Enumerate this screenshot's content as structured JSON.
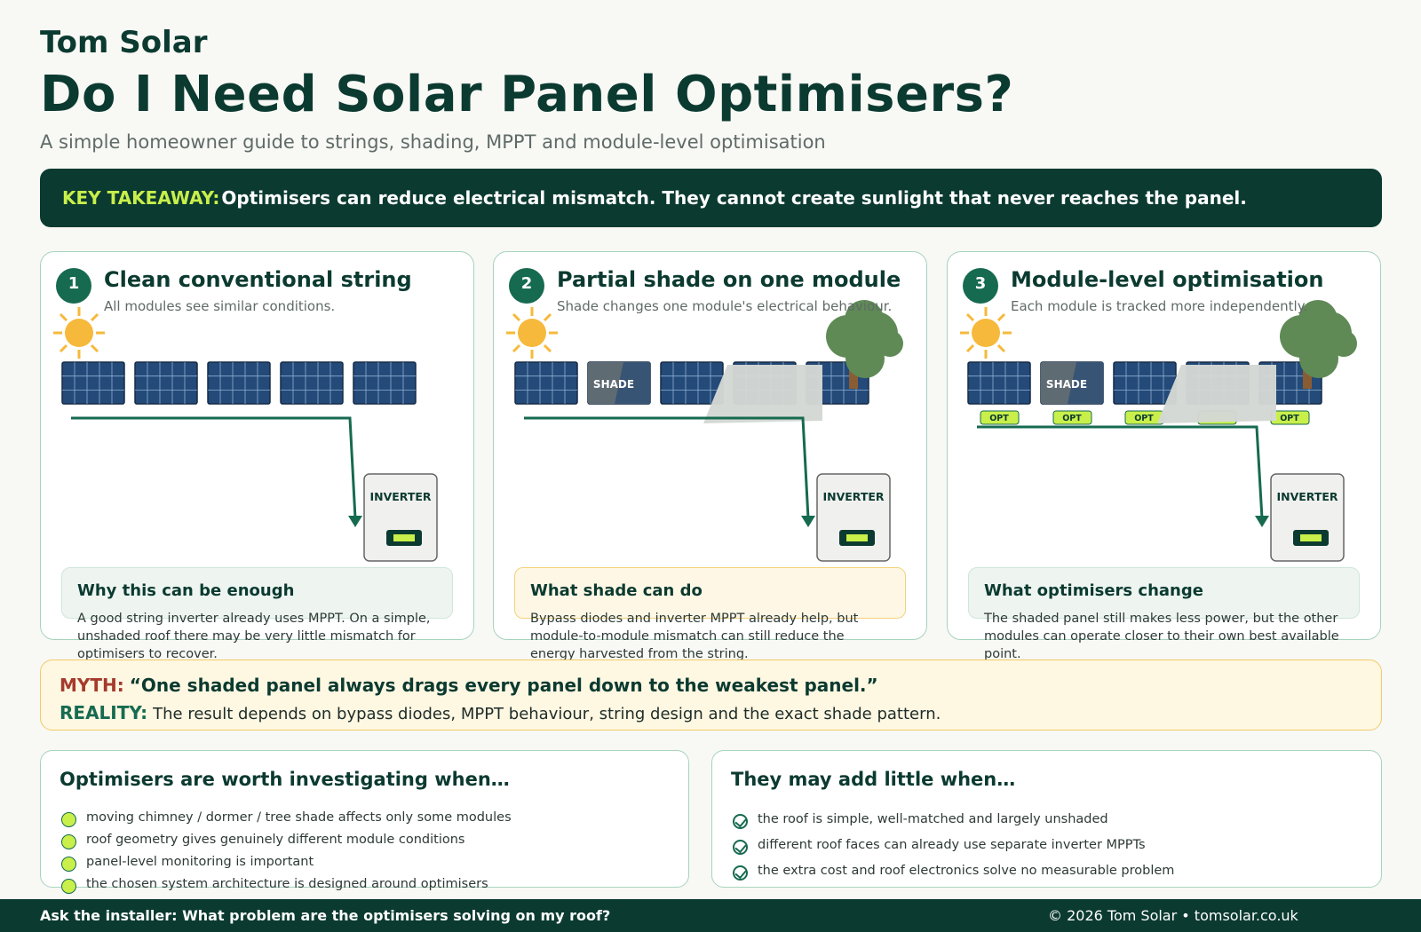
{
  "header": {
    "brand": "Tom Solar",
    "title": "Do I Need Solar Panel Optimisers?",
    "subtitle": "A simple homeowner guide to strings, shading, MPPT and module-level optimisation"
  },
  "takeaway": {
    "label": "KEY TAKEAWAY:",
    "text": "Optimisers can reduce electrical mismatch. They cannot create sunlight that never reaches the panel."
  },
  "cards": [
    {
      "number": "1",
      "title": "Clean conventional string",
      "subtitle": "All modules see similar conditions.",
      "inverter_label": "INVERTER",
      "note_title": "Why this can be enough",
      "note_body": "A good string inverter already uses MPPT. On a simple, unshaded roof there may be very little mismatch for optimisers to recover."
    },
    {
      "number": "2",
      "title": "Partial shade on one module",
      "subtitle": "Shade changes one module's electrical behaviour.",
      "shade_label": "SHADE",
      "inverter_label": "INVERTER",
      "note_title": "What shade can do",
      "note_body": "Bypass diodes and inverter MPPT already help, but module-to-module mismatch can still reduce the energy harvested from the string."
    },
    {
      "number": "3",
      "title": "Module-level optimisation",
      "subtitle": "Each module is tracked more independently.",
      "shade_label": "SHADE",
      "opt_label": "OPT",
      "inverter_label": "INVERTER",
      "note_title": "What optimisers change",
      "note_body": "The shaded panel still makes less power, but the other modules can operate closer to their own best available point."
    }
  ],
  "myth": {
    "myth_label": "MYTH:",
    "myth_text": "“One shaded panel always drags every panel down to the weakest panel.”",
    "reality_label": "REALITY:",
    "reality_text": "The result depends on bypass diodes, MPPT behaviour, string design and the exact shade pattern."
  },
  "worth": {
    "title": "Optimisers are worth investigating when…",
    "items": [
      "moving chimney / dormer / tree shade affects only some modules",
      "roof geometry gives genuinely different module conditions",
      "panel-level monitoring is important",
      "the chosen system architecture is designed around optimisers"
    ]
  },
  "little": {
    "title": "They may add little when…",
    "items": [
      "the roof is simple, well-matched and largely unshaded",
      "different roof faces can already use separate inverter MPPTs",
      "the extra cost and roof electronics solve no measurable problem"
    ]
  },
  "footer": {
    "question": "Ask the installer: What problem are the optimisers solving on my roof?",
    "copyright": "© 2026 Tom Solar  •  tomsolar.co.uk"
  },
  "colors": {
    "dark_green": "#0b3a30",
    "accent_green": "#166a50",
    "lime": "#c9ef4a",
    "panel_blue": "#234a78",
    "sun": "#f6b93b",
    "myth_red": "#a53b2c"
  }
}
